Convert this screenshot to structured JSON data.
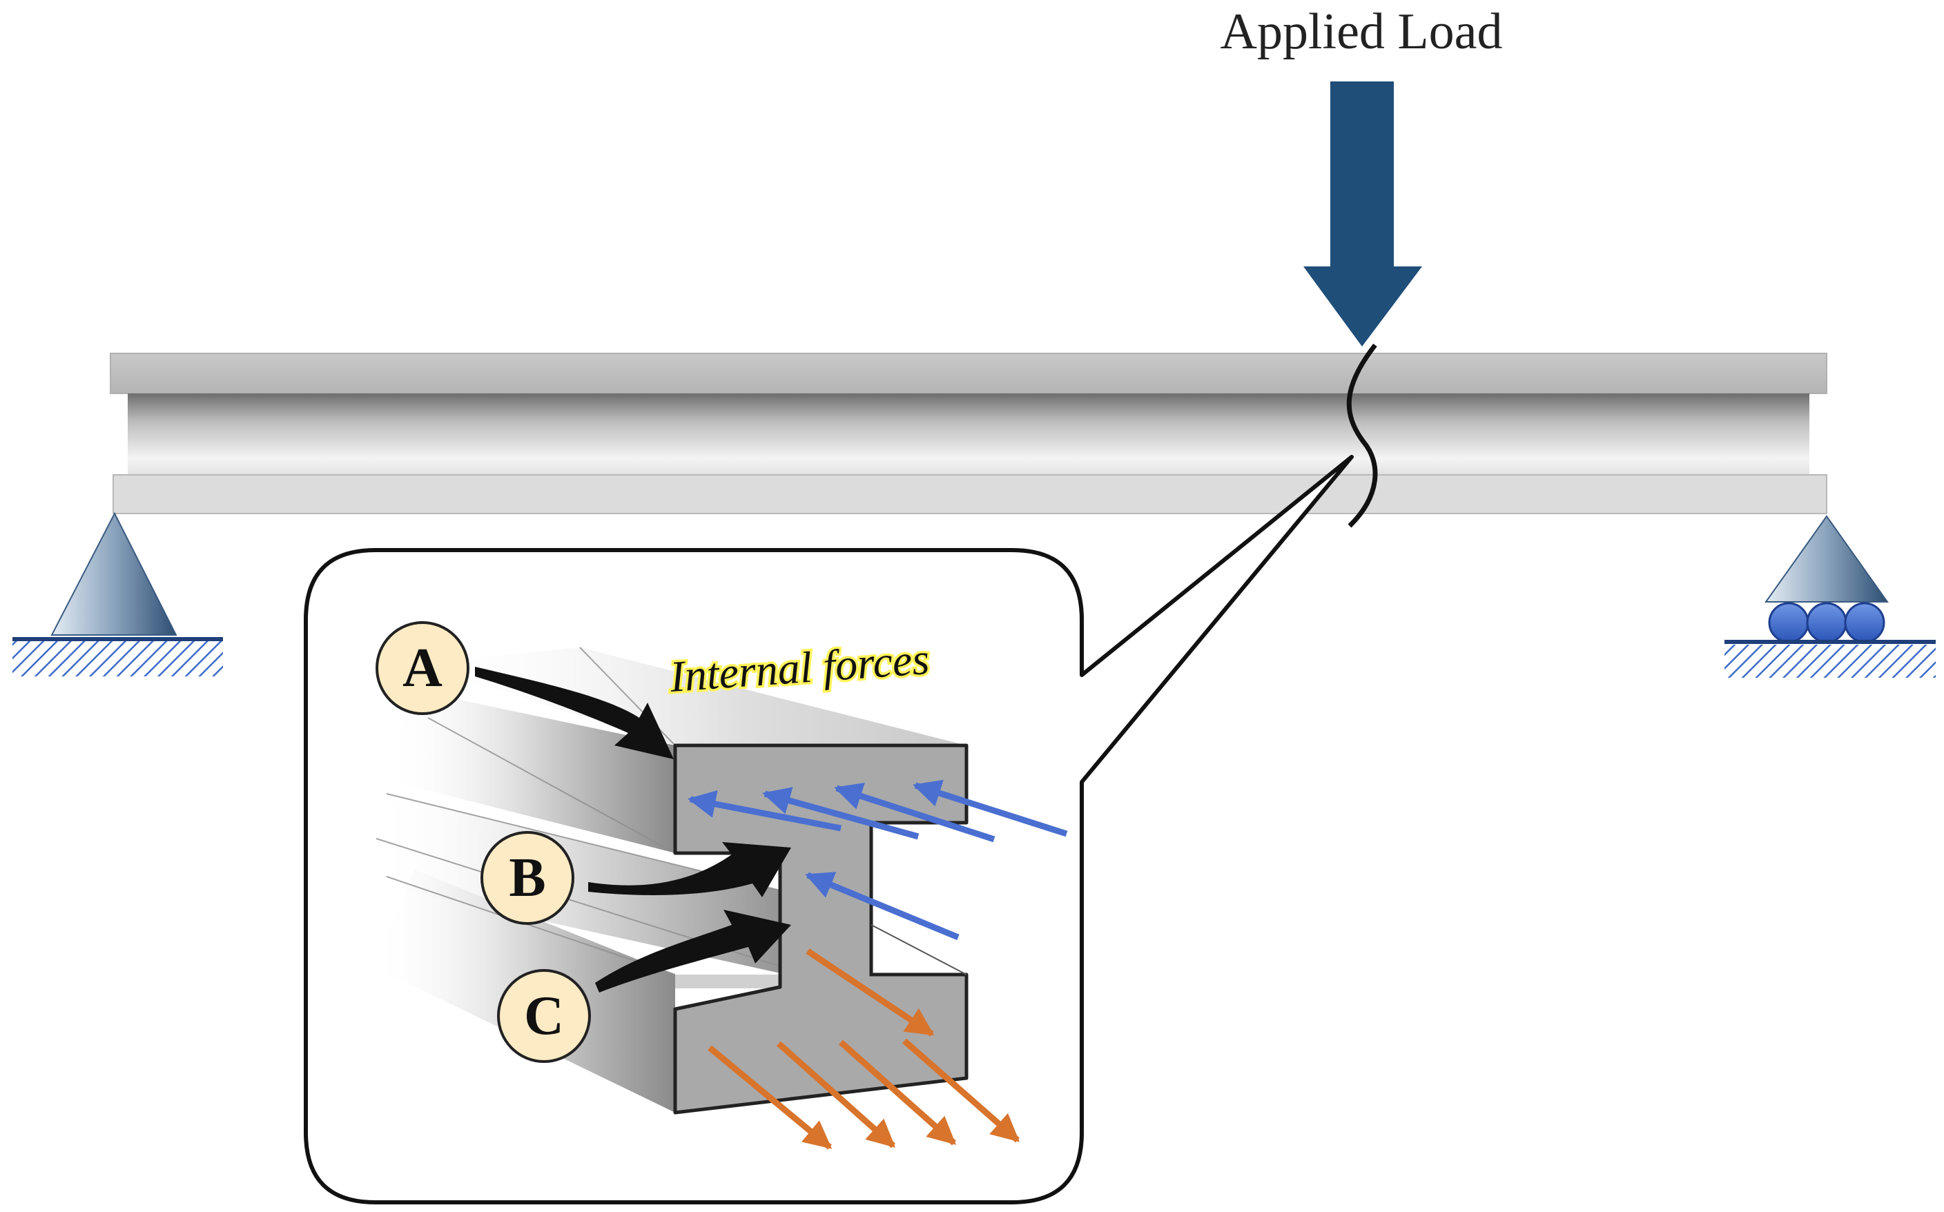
{
  "labels": {
    "applied_load": "Applied Load",
    "internal_forces": "Internal forces"
  },
  "markers": [
    {
      "letter": "A"
    },
    {
      "letter": "B"
    },
    {
      "letter": "C"
    }
  ],
  "colors": {
    "load_arrow": "#1f4e79",
    "support": "#4d7196",
    "roller": "#3a62c4",
    "hatch": "#3e6cc8",
    "compression_arrows": "#4a6fd0",
    "tension_arrows": "#d8742c",
    "marker_fill": "#fcebc4",
    "section_fill": "#a9a9a9",
    "beam_flange": "#c9c9c9"
  },
  "icons": {
    "left_support": "pin-support-icon",
    "right_support": "roller-support-icon",
    "load": "down-arrow-icon"
  }
}
